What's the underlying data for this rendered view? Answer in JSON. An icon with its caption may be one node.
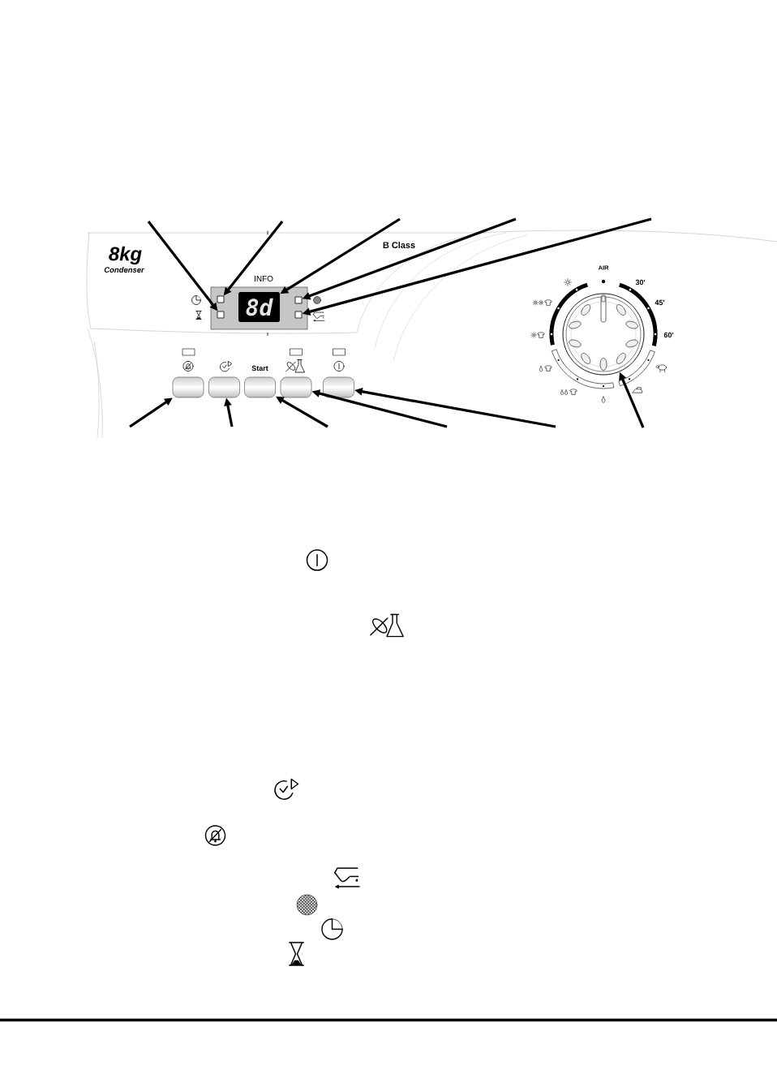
{
  "diagram": {
    "nodes": [
      {
        "text": [
          "INFO"
        ]
      },
      {
        "text": [],
        "shape": "box",
        "in": 0
      },
      {
        "text": [],
        "shape": "box",
        "in": 0
      },
      {
        "text": [
          "8d"
        ],
        "in": 0
      },
      {
        "text": [],
        "shape": "box",
        "in": 0
      },
      {
        "text": [],
        "shape": "box",
        "in": 0
      },
      {
        "text": [],
        "shape": "box"
      },
      {
        "text": [],
        "shape": "box"
      },
      {
        "text": [
          "Start"
        ]
      },
      {
        "text": [],
        "shape": "box"
      },
      {
        "text": [],
        "shape": "box"
      },
      {
        "text": [],
        "shape": "circle"
      }
    ],
    "edges": [
      {
        "from": null,
        "to": 2,
        "arrow": "to"
      },
      {
        "from": null,
        "to": 1,
        "arrow": "to"
      },
      {
        "from": null,
        "to": 3,
        "arrow": "to"
      },
      {
        "from": null,
        "to": 4,
        "arrow": "to"
      },
      {
        "from": null,
        "to": 5,
        "arrow": "to"
      },
      {
        "from": null,
        "to": 6,
        "arrow": "to"
      },
      {
        "from": null,
        "to": 7,
        "arrow": "to"
      },
      {
        "from": null,
        "to": 8,
        "arrow": "to"
      },
      {
        "from": null,
        "to": 9,
        "arrow": "to"
      },
      {
        "from": null,
        "to": 10,
        "arrow": "to"
      },
      {
        "from": null,
        "to": 11,
        "arrow": "to"
      }
    ],
    "labels": [
      "8kg",
      "Condenser",
      "B Class",
      "AIR",
      "30'",
      "45'",
      "60'"
    ]
  }
}
